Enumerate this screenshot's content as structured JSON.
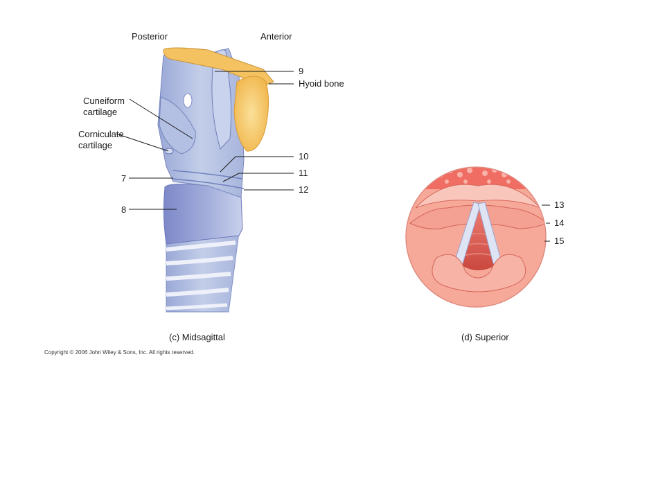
{
  "midsagittal": {
    "caption": "(c) Midsagittal",
    "orientation": {
      "posterior": "Posterior",
      "anterior": "Anterior"
    },
    "labels": {
      "cuneiform_line1": "Cuneiform",
      "cuneiform_line2": "cartilage",
      "corniculate_line1": "Corniculate",
      "corniculate_line2": "cartilage",
      "n7": "7",
      "n8": "8",
      "n9": "9",
      "hyoid": "Hyoid bone",
      "n10": "10",
      "n11": "11",
      "n12": "12"
    }
  },
  "superior": {
    "caption": "(d) Superior",
    "labels": {
      "n13": "13",
      "n14": "14",
      "n15": "15"
    }
  },
  "copyright": "Copyright © 2006 John Wiley & Sons, Inc.  All rights reserved.",
  "colors": {
    "larynx_blue": "#b9c6e6",
    "larynx_dark": "#8c9ccf",
    "hyoid_yellow": "#f3c25e",
    "fat_yellow": "#f6c96a",
    "mucosa_pink": "#f3968a",
    "mucosa_light": "#f9c3b8",
    "vocal_cord": "#dde3f4"
  }
}
